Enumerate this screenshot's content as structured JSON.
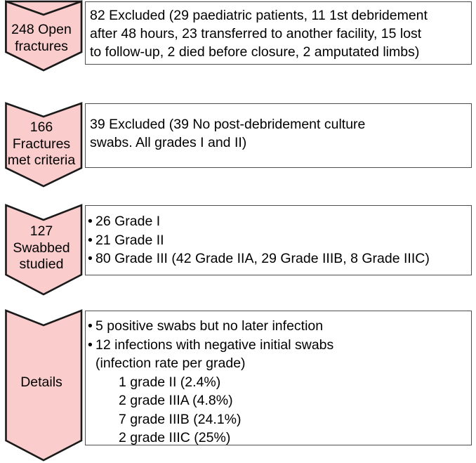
{
  "figure": {
    "type": "flow-diagram",
    "title": "",
    "accent_color": "#facccc",
    "box_border_color": "#4d4d4d",
    "background": "#ffffff",
    "rows": [
      {
        "id": "open-fractures",
        "chevron_label": "248 Open\nfractures",
        "chevron_count": "248",
        "chevron_text": "Open fractures",
        "box_type": "paragraph",
        "box_lines": [
          "82 Excluded (29 paediatric patients, 11 1st debridement",
          "after 48 hours, 23 transferred to another facility, 15 lost",
          "to follow-up, 2 died before closure, 2 amputated limbs)"
        ]
      },
      {
        "id": "met-criteria",
        "chevron_label": "166\nFractures\nmet criteria",
        "chevron_count": "166",
        "chevron_text": "Fractures met criteria",
        "box_type": "paragraph",
        "box_lines": [
          "39 Excluded (39 No post-debridement culture",
          "swabs. All grades I and II)"
        ]
      },
      {
        "id": "swabbed-studied",
        "chevron_label": "127\nSwabbed\nstudied",
        "chevron_count": "127",
        "chevron_text": "Swabbed studied",
        "box_type": "bullets",
        "box_bullets": [
          "26 Grade I",
          "21 Grade II",
          "80 Grade III (42 Grade IIA, 29 Grade IIIB, 8 Grade IIIC)"
        ]
      },
      {
        "id": "details",
        "chevron_label": "Details",
        "chevron_count": "",
        "chevron_text": "Details",
        "box_type": "bullets-with-sublines",
        "box_bullets": [
          "5 positive swabs but no later infection",
          "12 infections with negative initial swabs"
        ],
        "box_sub_lines": [
          "(infection rate per grade)"
        ],
        "box_grade_lines": [
          "1 grade II (2.4%)",
          "2 grade IIIA (4.8%)",
          "7 grade IIIB (24.1%)",
          "2 grade IIIC (25%)"
        ]
      }
    ]
  }
}
